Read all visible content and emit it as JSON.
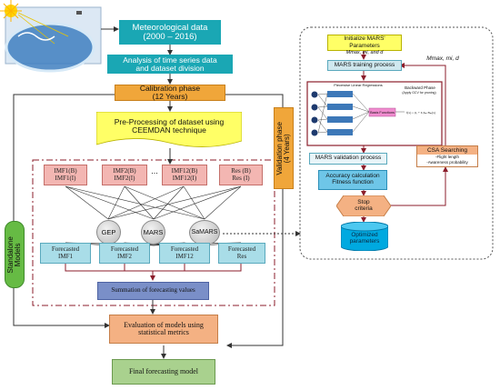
{
  "header": {
    "meteo": "Meteorological data\n(2000 – 2016)",
    "analysis": "Analysis of time series data\nand dataset division",
    "calibration": "Calibration phase\n(12 Years)",
    "preprocess": "Pre-Processing of dataset using\nCEEMDAN technique"
  },
  "imfs": {
    "imf1": "IMF1(B)\nIMF1(I)",
    "imf2": "IMF2(B)\nIMF2(I)",
    "dots": "...",
    "imf12": "IMF12(B)\nIMF12(I)",
    "res": "Res (B)\nRes (I)"
  },
  "models": {
    "gep": "GEP",
    "mars": "MARS",
    "samars": "SaMARS"
  },
  "forecasted": {
    "f1": "Forecasted\nIMF1",
    "f2": "Forecasted\nIMF2",
    "f12": "Forecasted\nIMF12",
    "fres": "Forecasted\nRes"
  },
  "summation": "Summation of forecasting values",
  "evaluation": "Evaluation of models using\nstatistical metrics",
  "final": "Final forecasting model",
  "standalone": "Standalone\nModels",
  "validation": "Validation phase\n(4 Years)",
  "right_panel": {
    "init_title": "Initialize MARS' Parameters",
    "init_params": "Mmax, mi, and d",
    "params_label": "Mmax, mi, d",
    "training": "MARS training process",
    "regression_title": "Piecewise Linear Regressions",
    "backward": "Backward Phase",
    "backward_sub": "(Apply GCV for pruning)",
    "basis": "Basis Functions",
    "validation_proc": "MARS validation process",
    "accuracy": "Accuracy calculation\nFitness function",
    "stop": "Stop\ncriteria",
    "optimized": "Optimized\nparameters",
    "csa_title": "CSA Searching",
    "csa_items": [
      "-Flight length",
      "-Awareness probability"
    ]
  },
  "colors": {
    "teal": "#1aa7b4",
    "orange": "#f0a63a",
    "yellow": "#ffff66",
    "pink": "#f3b6b2",
    "cyan": "#a9dde8",
    "blue": "#7a8fc8",
    "salmon": "#f4b183",
    "green": "#a9d18e",
    "cylinder": "#00a9e0"
  }
}
